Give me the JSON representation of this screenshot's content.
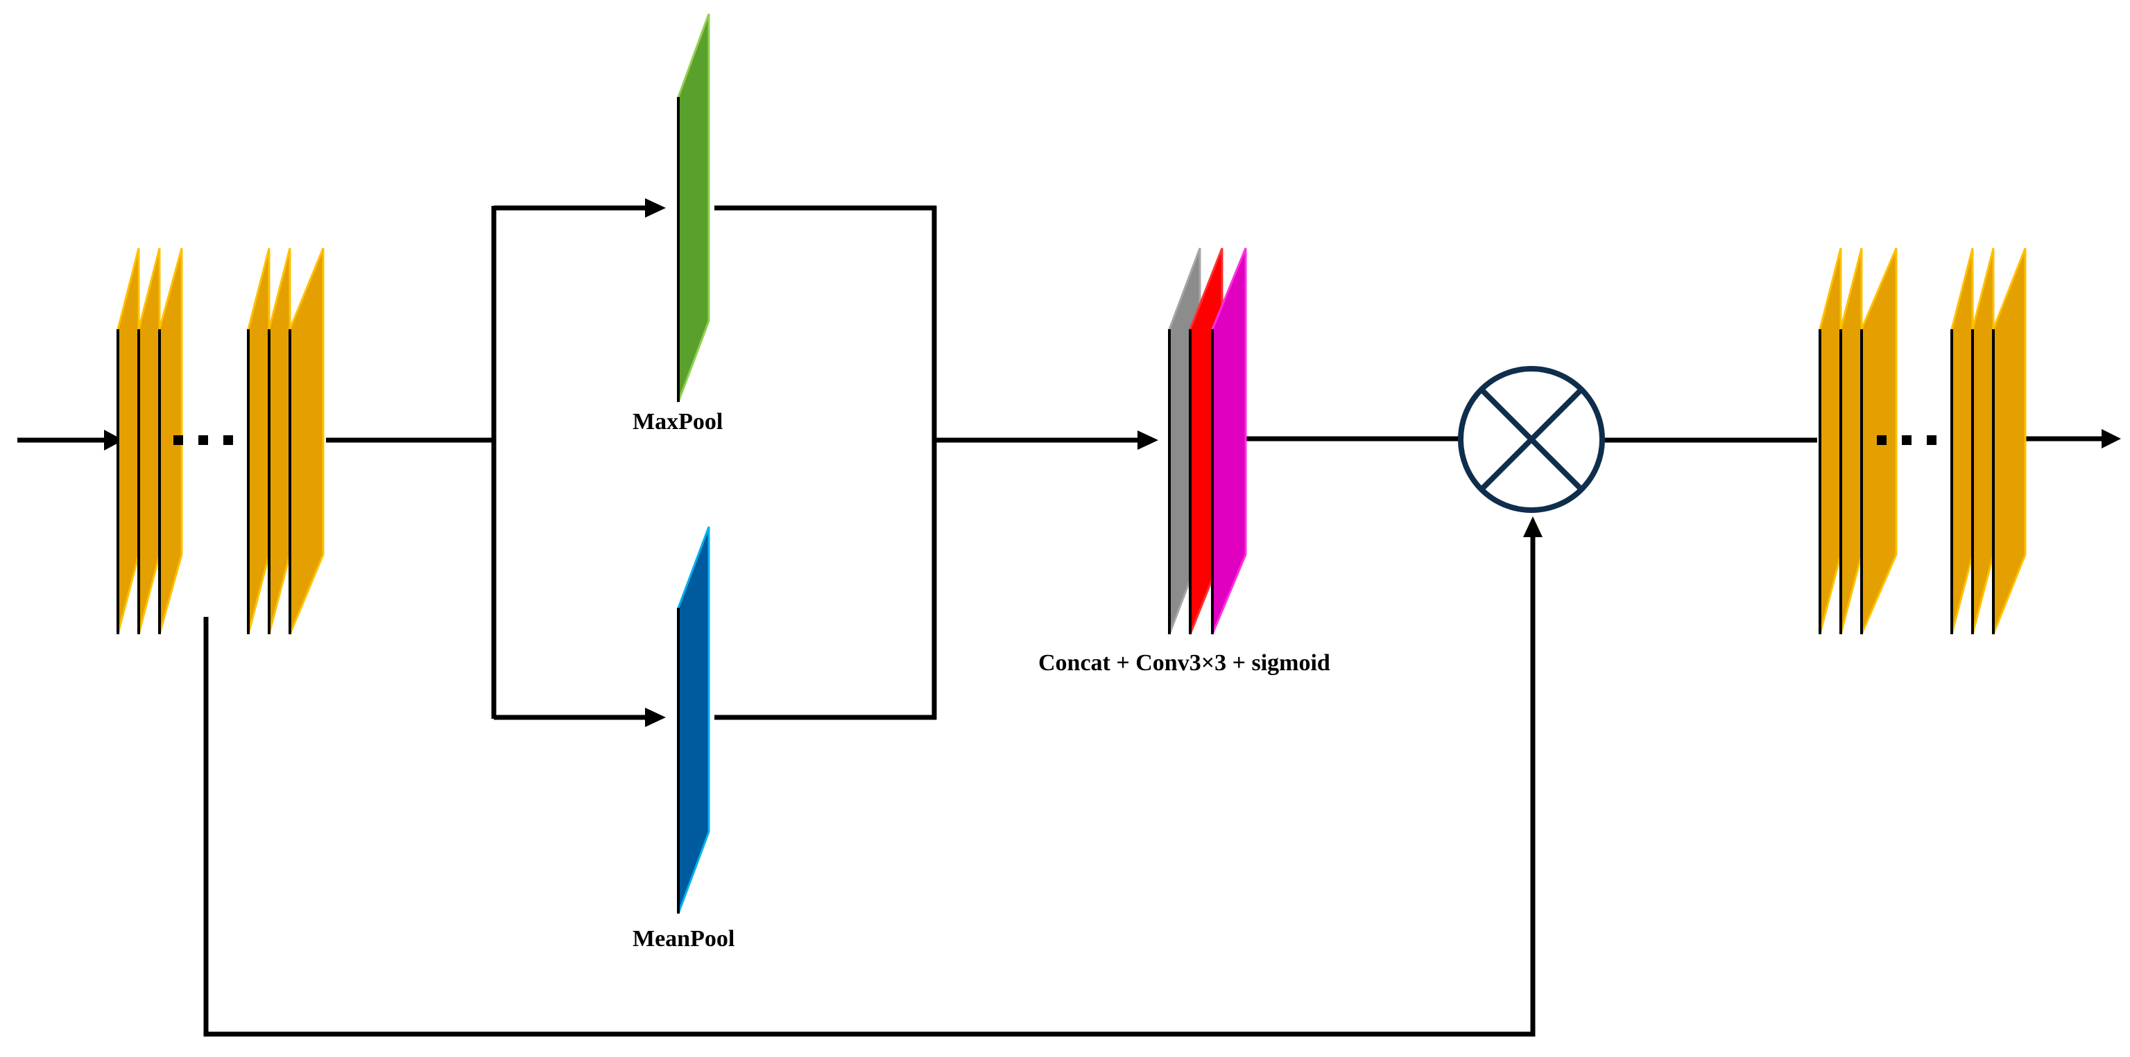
{
  "labels": {
    "maxpool": "MaxPool",
    "meanpool": "MeanPool",
    "concat": "Concat + Conv3×3 + sigmoid"
  },
  "colors": {
    "feature_map": "#E3A000",
    "feature_map_edge": "#FFC000",
    "maxpool": "#5AA02C",
    "maxpool_edge": "#92D050",
    "meanpool": "#005A9E",
    "meanpool_edge": "#00B0F0",
    "concat_gray": "#8C8C8C",
    "concat_red": "#FF0000",
    "concat_magenta": "#E000C0",
    "multiply_circle": "#0F2E4D",
    "lines": "#000000"
  },
  "icons": {
    "multiply": "circled-times-icon"
  }
}
